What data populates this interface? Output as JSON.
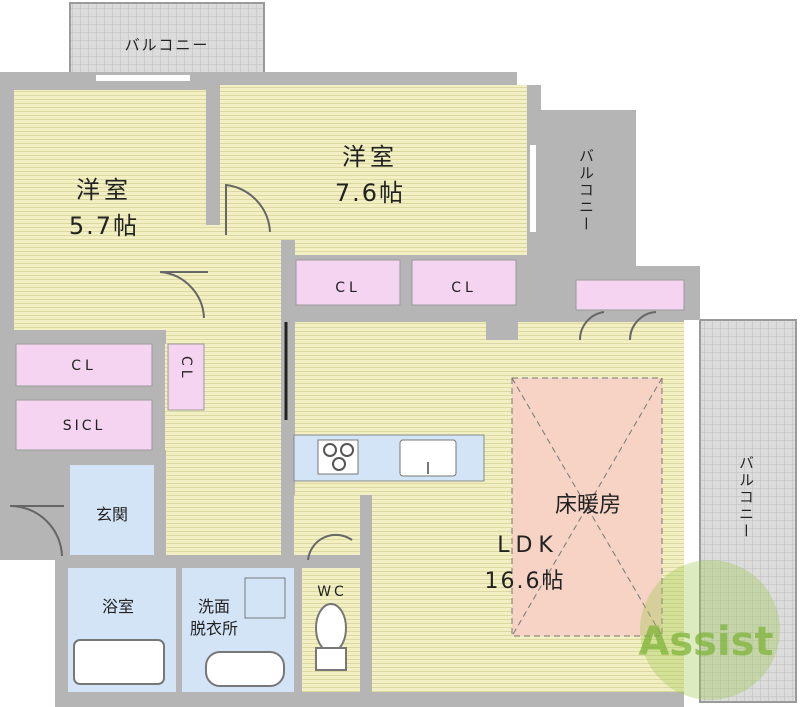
{
  "rooms": {
    "western_room_1": {
      "name": "洋室",
      "size": "5.7帖"
    },
    "western_room_2": {
      "name": "洋室",
      "size": "7.6帖"
    },
    "ldk": {
      "heating": "床暖房",
      "name": "LDK",
      "size": "16.6帖"
    },
    "entrance": "玄関",
    "bath": "浴室",
    "washroom_line1": "洗面",
    "washroom_line2": "脱衣所",
    "wc": "WC"
  },
  "storage": {
    "cl_a": "CL",
    "cl_b": "CL",
    "cl_c": "CL",
    "cl_hall": "CL",
    "sicl": "SICL"
  },
  "balconies": {
    "top": "バルコニー",
    "right_upper": "バルコニー",
    "right_lower": "バルコニー"
  },
  "logo": {
    "text": "Assist"
  },
  "colors": {
    "wall": "#b5b5b5",
    "room_fill": "#f2f0c2",
    "closet_fill": "#f4d4f0",
    "wet_fill": "#d4e4f7",
    "heating_fill": "#f6d3c4",
    "balcony_fill": "#d9d9d9",
    "logo_green": "#9cc94a"
  }
}
